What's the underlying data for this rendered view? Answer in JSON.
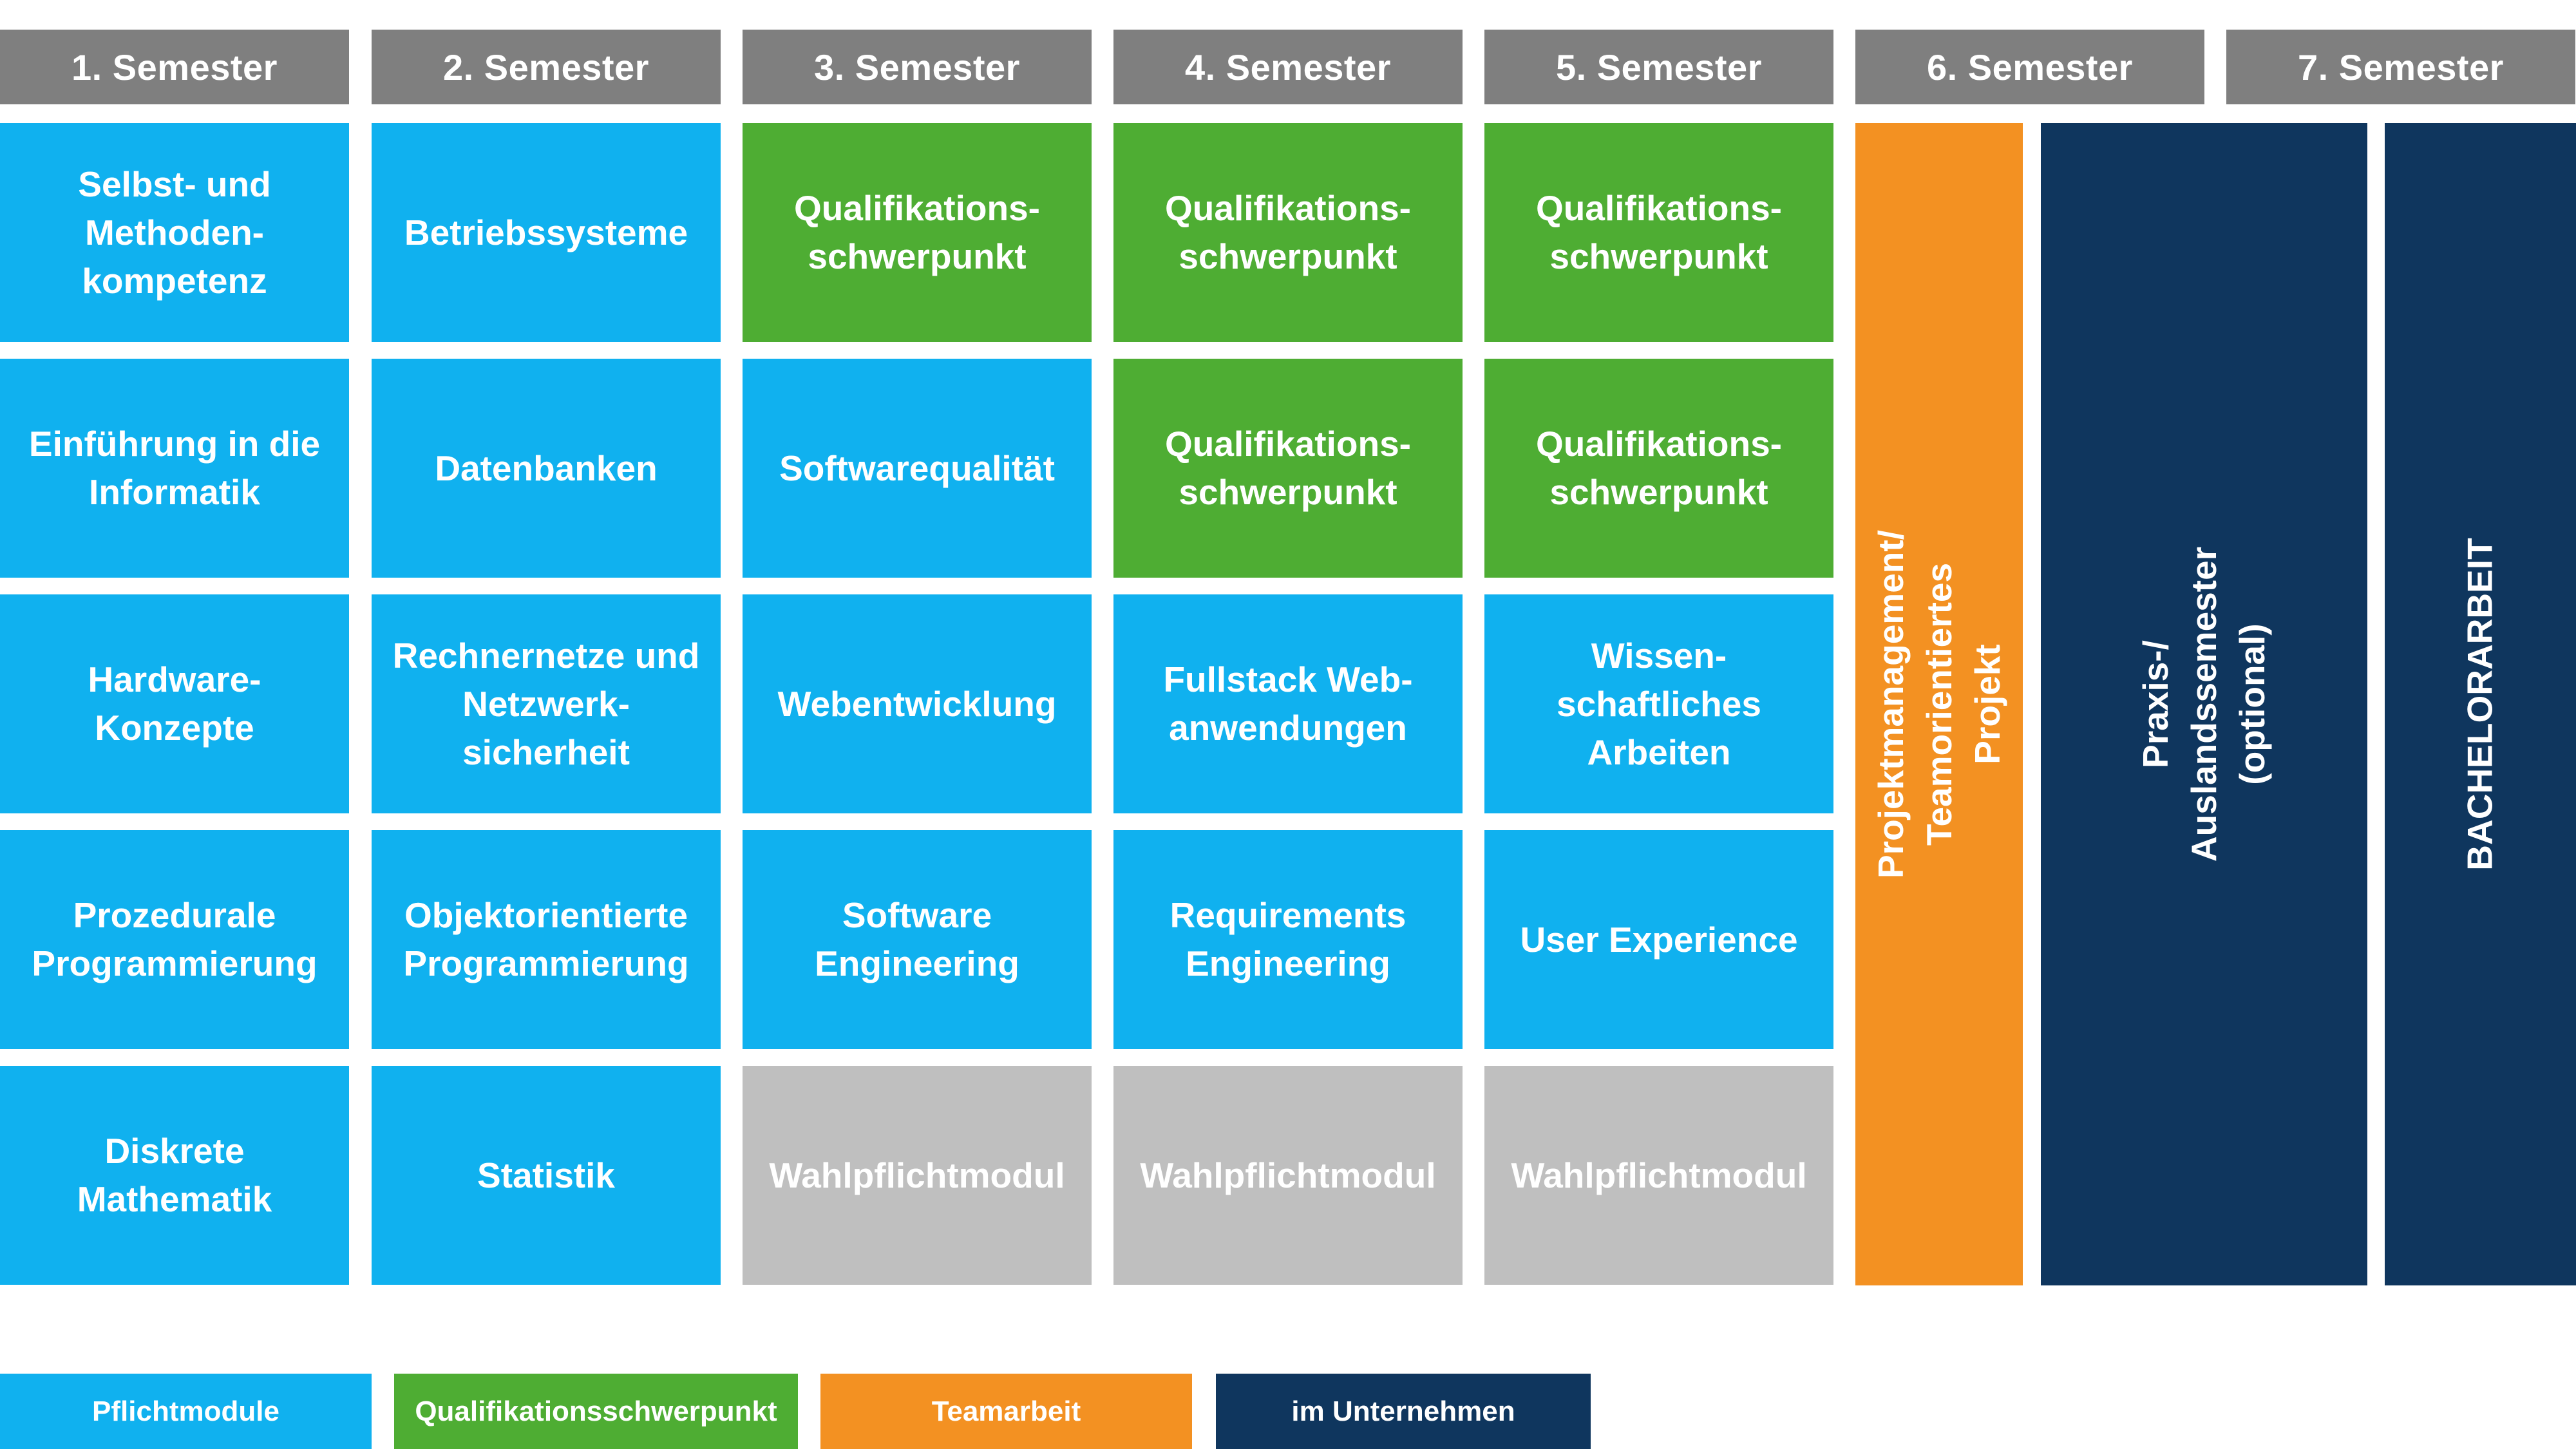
{
  "colors": {
    "pflicht": "#10b1ef",
    "qualifikation": "#4ead33",
    "team": "#f39122",
    "unternehmen": "#0f365e",
    "wahl": "#bfbfbf",
    "header": "#7f7f7f"
  },
  "semesters": [
    "1. Semester",
    "2. Semester",
    "3. Semester",
    "4. Semester",
    "5. Semester",
    "6. Semester",
    "7. Semester"
  ],
  "grid": [
    [
      {
        "label": "Selbst- und\nMethoden-\nkompetenz",
        "kind": "pflicht"
      },
      {
        "label": "Einführung in die\nInformatik",
        "kind": "pflicht"
      },
      {
        "label": "Hardware-\nKonzepte",
        "kind": "pflicht"
      },
      {
        "label": "Prozedurale\nProgrammierung",
        "kind": "pflicht"
      },
      {
        "label": "Diskrete\nMathematik",
        "kind": "pflicht"
      }
    ],
    [
      {
        "label": "Betriebssysteme",
        "kind": "pflicht"
      },
      {
        "label": "Datenbanken",
        "kind": "pflicht"
      },
      {
        "label": "Rechnernetze und\nNetzwerk-\nsicherheit",
        "kind": "pflicht"
      },
      {
        "label": "Objektorientierte\nProgrammierung",
        "kind": "pflicht"
      },
      {
        "label": "Statistik",
        "kind": "pflicht"
      }
    ],
    [
      {
        "label": "Qualifikations-\nschwerpunkt",
        "kind": "qualifikation"
      },
      {
        "label": "Softwarequalität",
        "kind": "pflicht"
      },
      {
        "label": "Webentwicklung",
        "kind": "pflicht"
      },
      {
        "label": "Software\nEngineering",
        "kind": "pflicht"
      },
      {
        "label": "Wahlpflichtmodul",
        "kind": "wahl"
      }
    ],
    [
      {
        "label": "Qualifikations-\nschwerpunkt",
        "kind": "qualifikation"
      },
      {
        "label": "Qualifikations-\nschwerpunkt",
        "kind": "qualifikation"
      },
      {
        "label": "Fullstack Web-\nanwendungen",
        "kind": "pflicht"
      },
      {
        "label": "Requirements\nEngineering",
        "kind": "pflicht"
      },
      {
        "label": "Wahlpflichtmodul",
        "kind": "wahl"
      }
    ],
    [
      {
        "label": "Qualifikations-\nschwerpunkt",
        "kind": "qualifikation"
      },
      {
        "label": "Qualifikations-\nschwerpunkt",
        "kind": "qualifikation"
      },
      {
        "label": "Wissen-\nschaftliches\nArbeiten",
        "kind": "pflicht"
      },
      {
        "label": "User Experience",
        "kind": "pflicht"
      },
      {
        "label": "Wahlpflichtmodul",
        "kind": "wahl"
      }
    ]
  ],
  "semester6": {
    "label": "Projektmanagement/\nTeamorientiertes Projekt",
    "kind": "team"
  },
  "semester6b": {
    "label": "Praxis-/ Auslandssemester (optional)",
    "kind": "unternehmen"
  },
  "semester7": {
    "label": "BACHELORARBEIT",
    "kind": "unternehmen"
  },
  "legend": [
    {
      "label": "Pflichtmodule",
      "kind": "pflicht"
    },
    {
      "label": "Qualifikationsschwerpunkt",
      "kind": "qualifikation"
    },
    {
      "label": "Teamarbeit",
      "kind": "team"
    },
    {
      "label": "im Unternehmen",
      "kind": "unternehmen"
    }
  ]
}
